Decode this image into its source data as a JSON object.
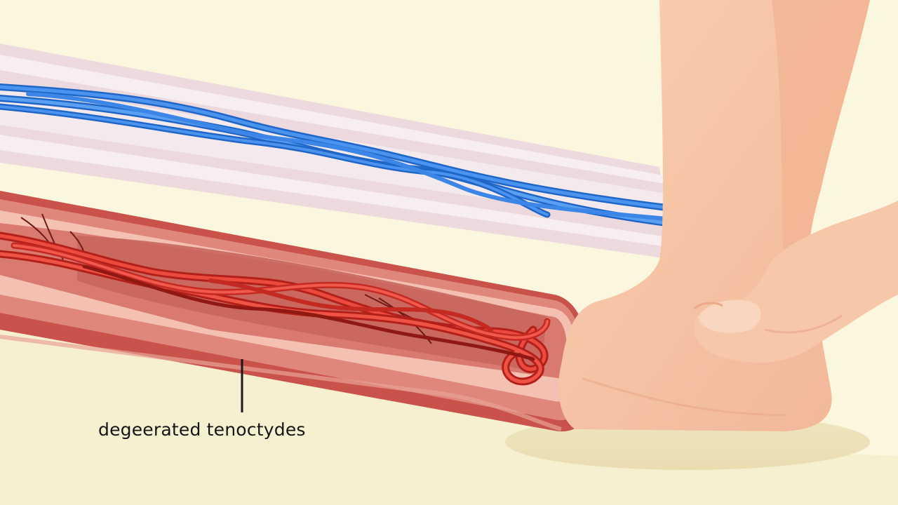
{
  "annotation": {
    "label": "degeerated tenoctydes"
  },
  "colors": {
    "background": "#fbf7df",
    "healthy_fiber": "#2f7fe0",
    "degenerated_fiber": "#e0312a",
    "tendon_sheath": "#d96f63",
    "skin": "#f7c4a5"
  },
  "icons": [
    "healthy-tendon-illustration",
    "degenerated-tendon-illustration",
    "foot-illustration",
    "hand-illustration"
  ]
}
